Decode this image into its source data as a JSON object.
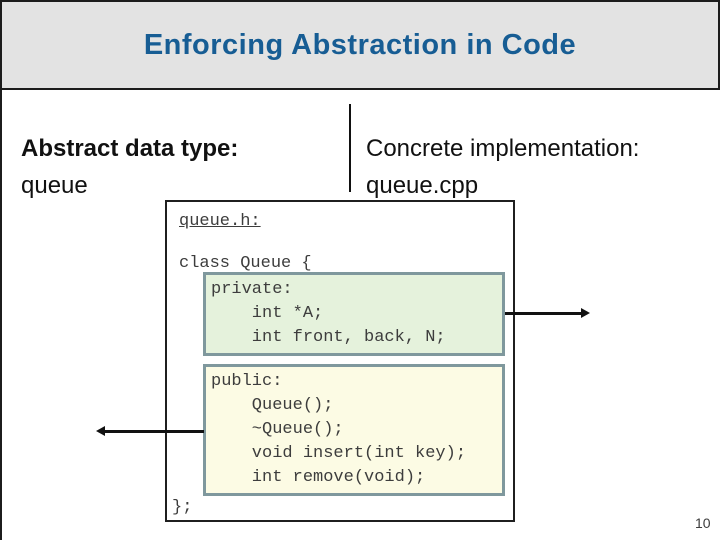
{
  "slide": {
    "title": "Enforcing Abstraction in Code",
    "page_number": "10"
  },
  "columns": {
    "left": {
      "heading": "Abstract data type:",
      "subheading": "queue"
    },
    "right": {
      "heading": "Concrete implementation:",
      "subheading": "queue.cpp"
    }
  },
  "code_panel": {
    "filename_label": "queue.h:",
    "class_open": "class Queue {",
    "class_close": "};",
    "private_block": {
      "lines": [
        "private:",
        "    int *A;",
        "    int front, back, N;"
      ]
    },
    "public_block": {
      "lines": [
        "public:",
        "    Queue();",
        "    ~Queue();",
        "    void insert(int key);",
        "    int remove(void);"
      ]
    }
  },
  "colors": {
    "title_text": "#175d94",
    "header_fill": "#e3e3e3",
    "private_block_fill": "#e5f2dc",
    "public_block_fill": "#fcfbe4",
    "highlight_border": "#7f989d",
    "arrow": "#111111"
  }
}
